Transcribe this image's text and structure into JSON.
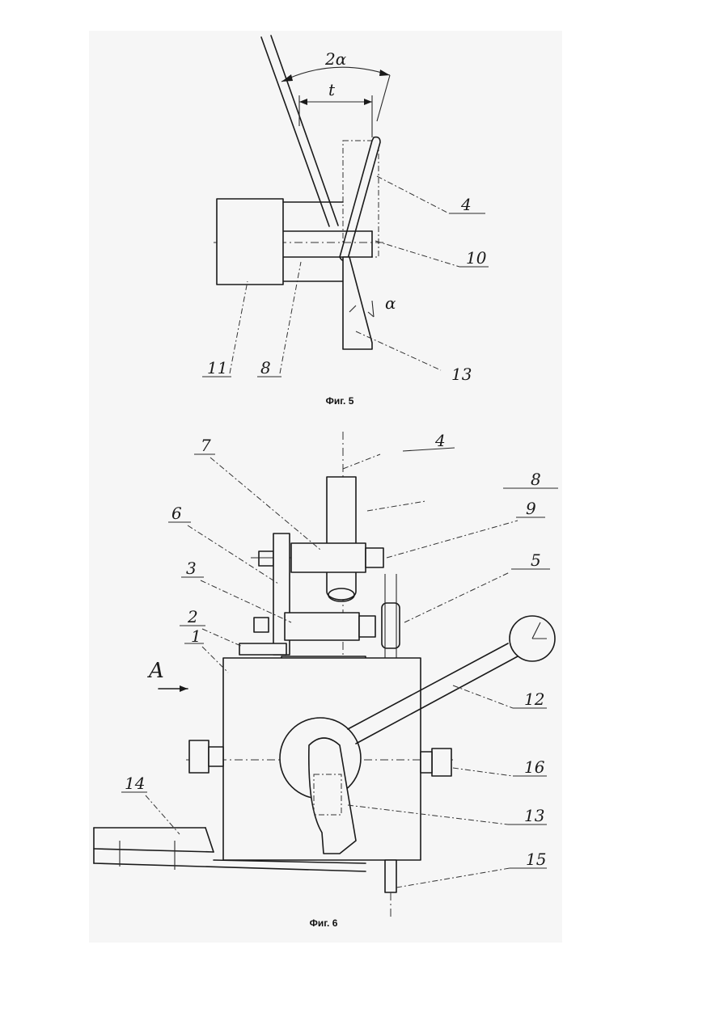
{
  "figure5": {
    "caption": "Фиг. 5",
    "labels": {
      "angle_2a": "2α",
      "pitch_t": "t",
      "part_4": "4",
      "part_10": "10",
      "angle_a": "α",
      "part_11": "11",
      "part_8": "8",
      "part_13": "13"
    }
  },
  "figure6": {
    "caption": "Фиг. 6",
    "labels": {
      "part_4": "4",
      "part_7": "7",
      "part_8": "8",
      "part_6": "6",
      "part_9": "9",
      "part_3": "3",
      "part_5": "5",
      "part_2": "2",
      "part_1": "1",
      "view_A": "A",
      "part_12": "12",
      "part_14": "14",
      "part_16": "16",
      "part_13": "13",
      "part_15": "15"
    }
  }
}
